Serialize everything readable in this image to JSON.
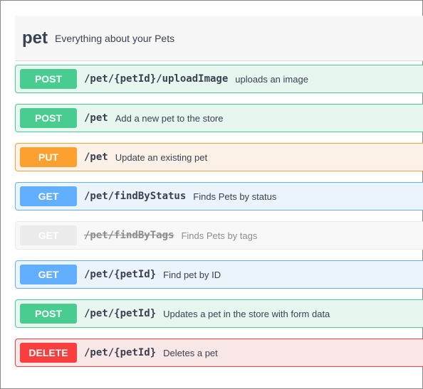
{
  "tag": {
    "name": "pet",
    "description": "Everything about your Pets"
  },
  "colors": {
    "post": "#49cc90",
    "put": "#fca130",
    "get": "#61affe",
    "delete": "#f93e3e",
    "deprecated": "#ebebeb"
  },
  "operations": [
    {
      "method": "POST",
      "path": "/pet/{petId}/uploadImage",
      "summary": "uploads an image"
    },
    {
      "method": "POST",
      "path": "/pet",
      "summary": "Add a new pet to the store"
    },
    {
      "method": "PUT",
      "path": "/pet",
      "summary": "Update an existing pet"
    },
    {
      "method": "GET",
      "path": "/pet/findByStatus",
      "summary": "Finds Pets by status"
    },
    {
      "method": "GET",
      "path": "/pet/findByTags",
      "summary": "Finds Pets by tags",
      "deprecated": true
    },
    {
      "method": "GET",
      "path": "/pet/{petId}",
      "summary": "Find pet by ID"
    },
    {
      "method": "POST",
      "path": "/pet/{petId}",
      "summary": "Updates a pet in the store with form data"
    },
    {
      "method": "DELETE",
      "path": "/pet/{petId}",
      "summary": "Deletes a pet"
    }
  ]
}
